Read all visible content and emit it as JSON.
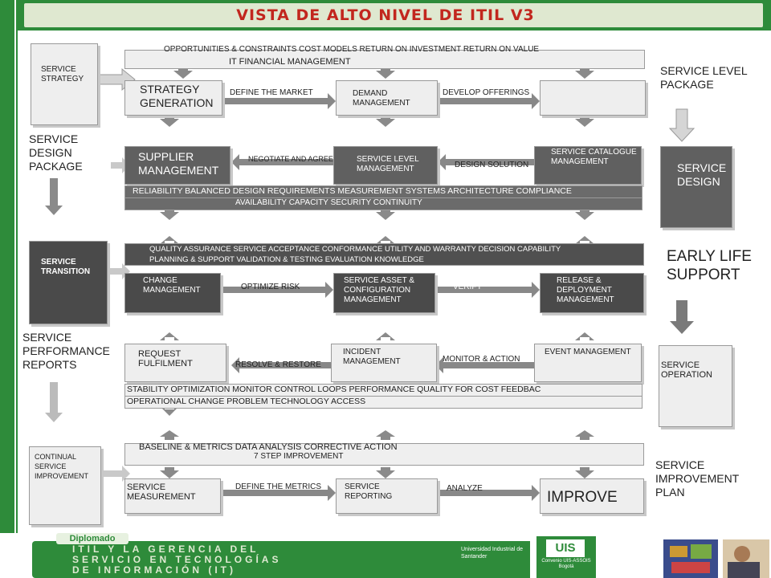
{
  "title": "VISTA DE ALTO NIVEL DE ITIL V3",
  "labels": {
    "service_strategy": "SERVICE STRATEGY",
    "service_design_package": "SERVICE DESIGN PACKAGE",
    "service_transition": "SERVICE TRANSITION",
    "service_performance_reports": "SERVICE PERFORMANCE REPORTS",
    "continual_service_improvement": "CONTINUAL SERVICE IMPROVEMENT",
    "service_level_package": "SERVICE LEVEL PACKAGE",
    "service_design": "SERVICE DESIGN",
    "early_life_support": "EARLY LIFE SUPPORT",
    "service_operation": "SERVICE OPERATION",
    "service_improvement_plan": "SERVICE IMPROVEMENT PLAN"
  },
  "strategy": {
    "band_top": "OPPORTUNITIES & CONSTRAINTS COST MODELS RETURN ON INVESTMENT RETURN ON VALUE",
    "band_mid": "IT FINANCIAL  MANAGEMENT",
    "box1": "STRATEGY GENERATION",
    "arrow1": "DEFINE THE MARKET",
    "box2": "DEMAND MANAGEMENT",
    "arrow2": "DEVELOP OFFERINGS"
  },
  "design": {
    "box1": "SUPPLIER MANAGEMENT",
    "arrow1": "NEGOTIATE AND AGREE",
    "box2": "SERVICE LEVEL MANAGEMENT",
    "arrow2": "DESIGN SOLUTION",
    "box3": "SERVICE CATALOGUE MANAGEMENT",
    "band1": "RELIABILITY BALANCED DESIGN REQUIREMENTS MEASUREMENT SYSTEMS ARCHITECTURE COMPLIANCE",
    "band2": "AVAILABILITY CAPACITY SECURITY CONTINUITY"
  },
  "transition": {
    "band1": "QUALITY ASSURANCE SERVICE ACCEPTANCE CONFORMANCE UTILITY AND WARRANTY DECISION CAPABILITY",
    "band2": "PLANNING & SUPPORT VALIDATION & TESTING EVALUATION KNOWLEDGE",
    "box1": "CHANGE MANAGEMENT",
    "arrow1": "OPTIMIZE RISK",
    "box2": "SERVICE ASSET & CONFIGURATION MANAGEMENT",
    "arrow2": "VERIFY",
    "box3": "RELEASE & DEPLOYMENT MANAGEMENT"
  },
  "operation": {
    "box1": "REQUEST FULFILMENT",
    "arrow1": "RESOLVE & RESTORE",
    "box2": "INCIDENT MANAGEMENT",
    "arrow2": "MONITOR & ACTION",
    "box3": "EVENT MANAGEMENT",
    "band1": "STABILITY OPTIMIZATION MONITOR CONTROL LOOPS PERFORMANCE QUALITY FOR COST FEEDBAC",
    "band2": "OPERATIONAL CHANGE PROBLEM TECHNOLOGY ACCESS"
  },
  "csi": {
    "band1": "BASELINE & METRICS  DATA ANALYSIS CORRECTIVE  ACTION",
    "band2": "7 STEP IMPROVEMENT",
    "box1": "SERVICE MEASUREMENT",
    "arrow1": "DEFINE THE METRICS",
    "box2": "SERVICE REPORTING",
    "arrow2": "ANALYZE",
    "box3": "IMPROVE"
  },
  "footer": {
    "badge": "Diplomado",
    "course_line1": "ITIL Y LA GERENCIA DEL",
    "course_line2": "SERVICIO EN TECNOLOGÍAS",
    "course_line3": "DE INFORMACIÓN (IT)",
    "university": "Universidad Industrial de Santander",
    "uis": "UIS",
    "convenio": "Convenio UIS-ASSOIS Bogotá"
  },
  "colors": {
    "green": "#2e8b3a",
    "title_red": "#c2261e",
    "light_box": "#eeeeee",
    "dark_box": "#606060"
  }
}
